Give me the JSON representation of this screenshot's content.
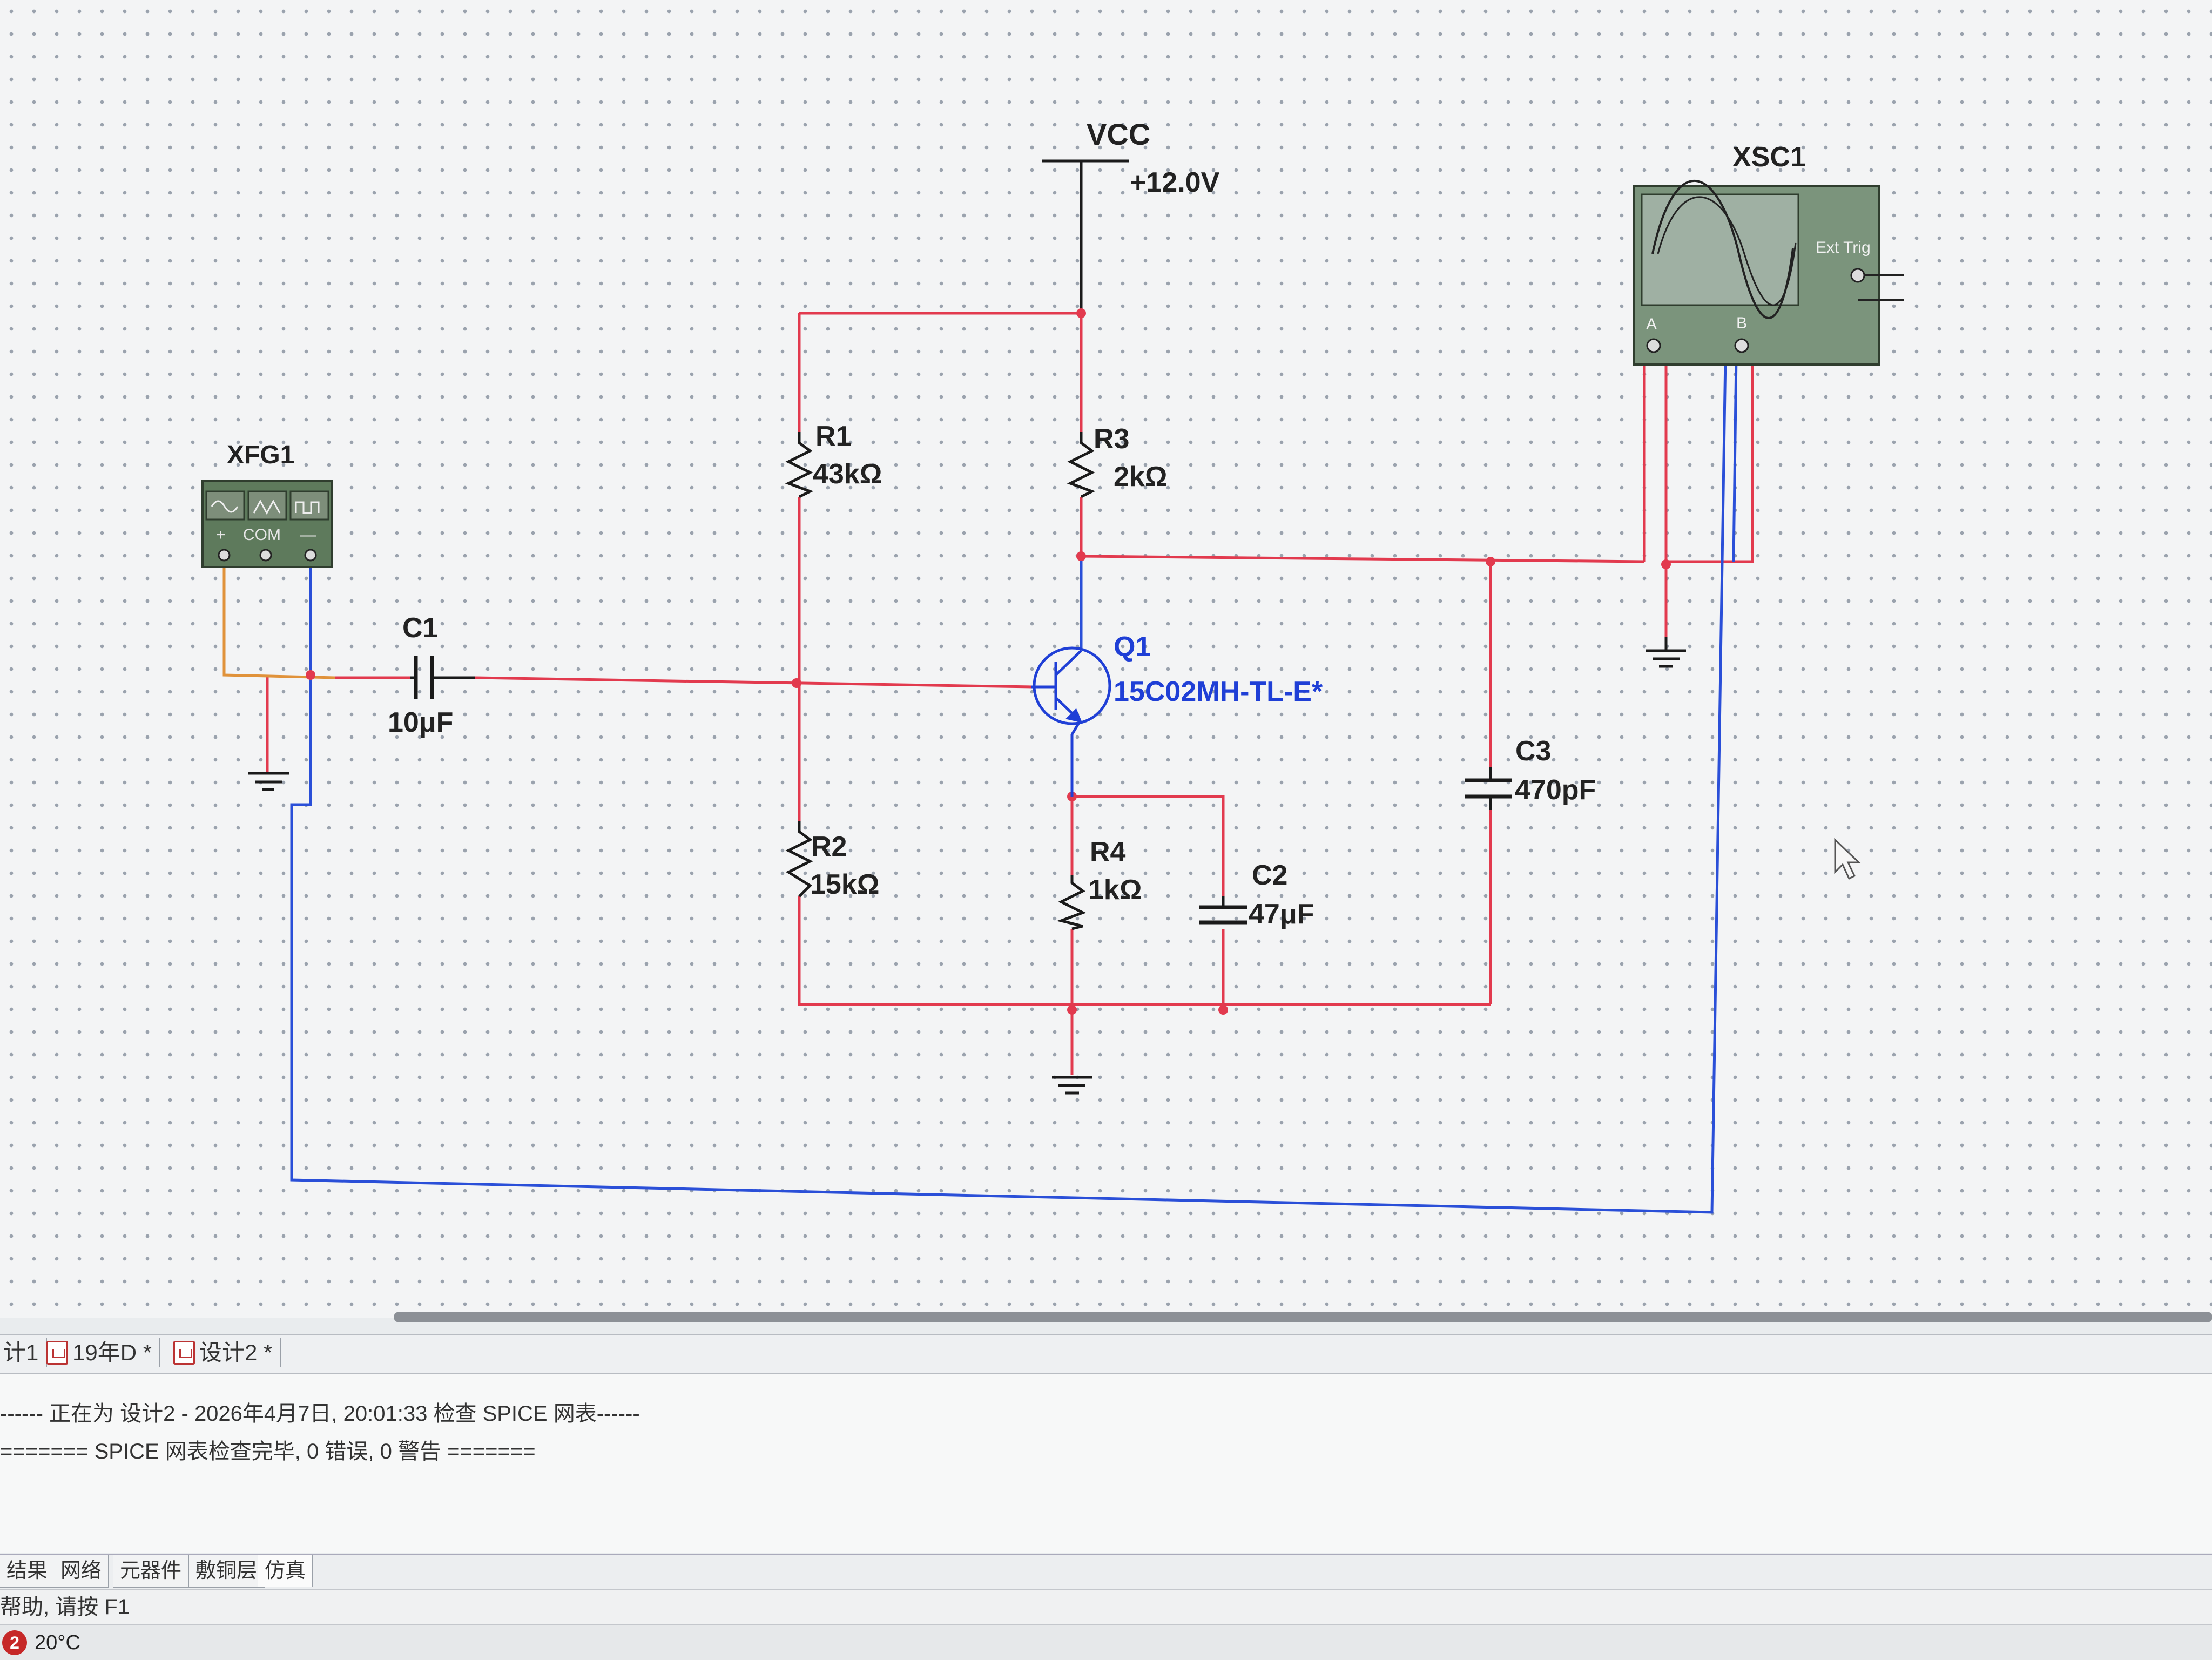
{
  "schematic": {
    "vcc": {
      "name": "VCC",
      "value": "+12.0V"
    },
    "components": {
      "r1": {
        "ref": "R1",
        "value": "43kΩ"
      },
      "r2": {
        "ref": "R2",
        "value": "15kΩ"
      },
      "r3": {
        "ref": "R3",
        "value": "2kΩ"
      },
      "r4": {
        "ref": "R4",
        "value": "1kΩ"
      },
      "c1": {
        "ref": "C1",
        "value": "10μF"
      },
      "c2": {
        "ref": "C2",
        "value": "47μF"
      },
      "c3": {
        "ref": "C3",
        "value": "470pF"
      },
      "q1": {
        "ref": "Q1",
        "value": "15C02MH-TL-E*"
      }
    },
    "function_generator": {
      "ref": "XFG1",
      "plus": "+",
      "com": "COM",
      "minus": "—"
    },
    "oscilloscope": {
      "ref": "XSC1",
      "ext_trig": "Ext Trig",
      "channel_a": "A",
      "channel_b": "B"
    }
  },
  "doc_tabs": [
    "计1",
    "19年D *",
    "设计2 *"
  ],
  "output": {
    "line1": "------ 正在为 设计2 - 2026年4月7日, 20:01:33 检查 SPICE 网表------",
    "line2": "======= SPICE 网表检查完毕, 0 错误, 0 警告 ======="
  },
  "bottom_tabs": [
    "结果",
    "网络",
    "元器件",
    "敷铜层",
    "仿真"
  ],
  "status": {
    "help": "帮助, 请按 F1"
  },
  "taskbar": {
    "badge": "2",
    "temperature": "20°C"
  },
  "colors": {
    "red_wire": "#e23a4e",
    "blue_wire": "#2a4fd8",
    "orange_wire": "#e0923a",
    "component": "#1a1a1a",
    "transistor": "#1f3fd6"
  }
}
